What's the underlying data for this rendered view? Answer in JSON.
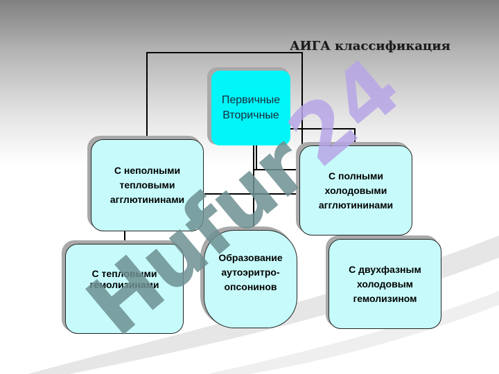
{
  "title": "АИГА классификация",
  "nodes": {
    "root": "Первичные\nВторичные",
    "incomplete_warm": "С неполными\nтепловыми\nагглютининами",
    "complete_cold": "С полными\nхолодовыми\nагглютининами",
    "warm_hemolysins": "С тепловыми\nгемолизинами",
    "opsonins": "Образование\nаутоэритро-\nопсонинов",
    "biphasic_cold": "С двухфазным\nхолодовым\nгемолизином"
  },
  "watermark": "Hufur24",
  "colors": {
    "root_fill": "#00f6f8",
    "node_fill": "#c7fbfb",
    "watermark_purple": "#b6a6e6",
    "watermark_teal": "#6d8f92"
  }
}
